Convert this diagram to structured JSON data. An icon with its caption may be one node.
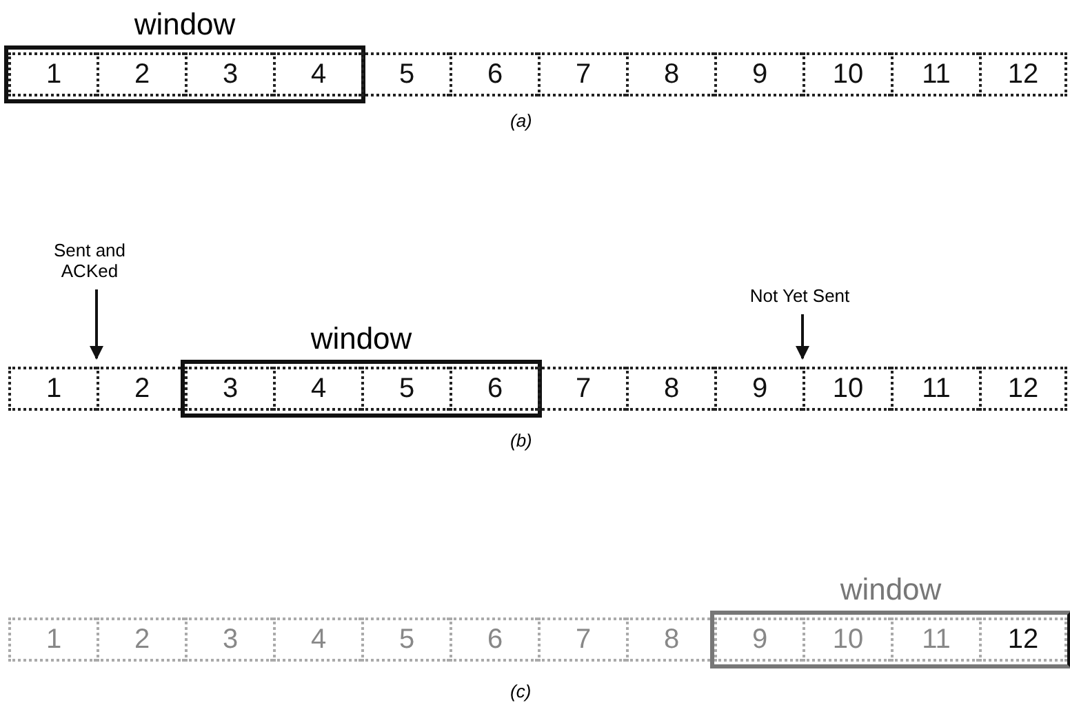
{
  "diagram": {
    "nodes": [
      {
        "text": [
          "window"
        ]
      },
      {
        "text": [
          "1"
        ],
        "in": 0
      },
      {
        "text": [
          "2"
        ],
        "in": 0
      },
      {
        "text": [
          "3"
        ],
        "in": 0
      },
      {
        "text": [
          "4"
        ],
        "in": 0
      },
      {
        "text": [
          "5"
        ]
      },
      {
        "text": [
          "6"
        ]
      },
      {
        "text": [
          "7"
        ]
      },
      {
        "text": [
          "8"
        ]
      },
      {
        "text": [
          "9"
        ]
      },
      {
        "text": [
          "10"
        ]
      },
      {
        "text": [
          "11"
        ]
      },
      {
        "text": [
          "12"
        ]
      },
      {
        "text": [
          "Sent and ACKed"
        ]
      },
      {
        "text": [
          "Not Yet Sent"
        ]
      },
      {
        "text": [
          "1"
        ]
      },
      {
        "text": [
          "2"
        ]
      },
      {
        "text": [
          "window"
        ]
      },
      {
        "text": [
          "3"
        ],
        "in": 17
      },
      {
        "text": [
          "4"
        ],
        "in": 17
      },
      {
        "text": [
          "5"
        ],
        "in": 17
      },
      {
        "text": [
          "6"
        ],
        "in": 17
      },
      {
        "text": [
          "7"
        ]
      },
      {
        "text": [
          "8"
        ]
      },
      {
        "text": [
          "9"
        ]
      },
      {
        "text": [
          "10"
        ]
      },
      {
        "text": [
          "11"
        ]
      },
      {
        "text": [
          "12"
        ]
      },
      {
        "text": [
          "1"
        ]
      },
      {
        "text": [
          "2"
        ]
      },
      {
        "text": [
          "3"
        ]
      },
      {
        "text": [
          "4"
        ]
      },
      {
        "text": [
          "5"
        ]
      },
      {
        "text": [
          "6"
        ]
      },
      {
        "text": [
          "7"
        ]
      },
      {
        "text": [
          "8"
        ]
      },
      {
        "text": [
          "window"
        ]
      },
      {
        "text": [
          "9"
        ],
        "in": 36
      },
      {
        "text": [
          "10"
        ],
        "in": 36
      },
      {
        "text": [
          "11"
        ],
        "in": 36
      },
      {
        "text": [
          "12"
        ],
        "in": 36
      }
    ],
    "edges": [
      {
        "from": 13,
        "to": 15,
        "arrow": "to"
      },
      {
        "from": 14,
        "to": 24,
        "arrow": "to"
      }
    ],
    "labels": [
      "(a)",
      "(b)",
      "(c)"
    ]
  }
}
